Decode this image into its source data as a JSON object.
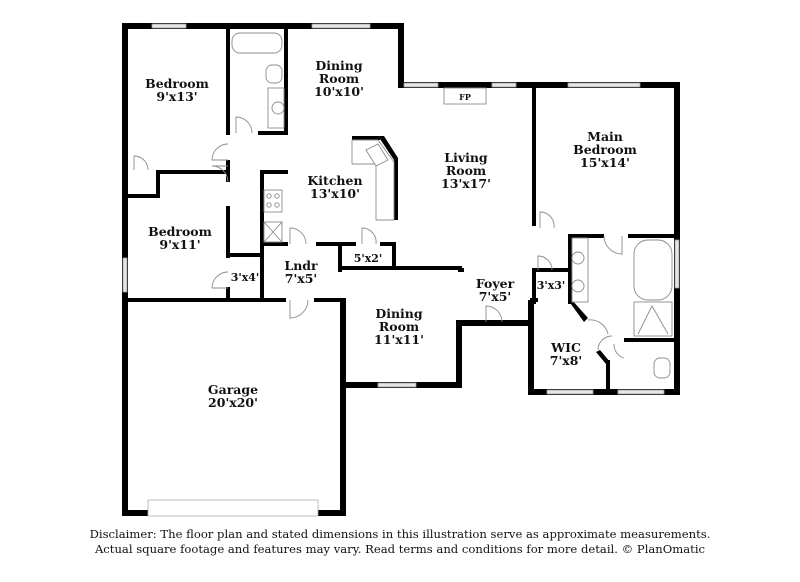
{
  "floor_plan": {
    "rooms": [
      {
        "id": "bedroom-1",
        "name": "Bedroom",
        "dims": "9'x13'"
      },
      {
        "id": "dining-room-1",
        "name_line1": "Dining",
        "name_line2": "Room",
        "dims": "10'x10'"
      },
      {
        "id": "fireplace",
        "name": "FP"
      },
      {
        "id": "living-room",
        "name_line1": "Living",
        "name_line2": "Room",
        "dims": "13'x17'"
      },
      {
        "id": "main-bedroom",
        "name_line1": "Main",
        "name_line2": "Bedroom",
        "dims": "15'x14'"
      },
      {
        "id": "kitchen",
        "name": "Kitchen",
        "dims": "13'x10'"
      },
      {
        "id": "bedroom-2",
        "name": "Bedroom",
        "dims": "9'x11'"
      },
      {
        "id": "closet-3x4",
        "dims": "3'x4'"
      },
      {
        "id": "laundry",
        "name": "Lndr",
        "dims": "7'x5'"
      },
      {
        "id": "pantry-5x2",
        "dims": "5'x2'"
      },
      {
        "id": "foyer",
        "name": "Foyer",
        "dims": "7'x5'"
      },
      {
        "id": "closet-3x3",
        "dims": "3'x3'"
      },
      {
        "id": "dining-room-2",
        "name_line1": "Dining",
        "name_line2": "Room",
        "dims": "11'x11'"
      },
      {
        "id": "wic",
        "name": "WIC",
        "dims": "7'x8'"
      },
      {
        "id": "garage",
        "name": "Garage",
        "dims": "20'x20'"
      }
    ]
  },
  "disclaimer": {
    "line1": "Disclaimer: The floor plan and stated dimensions in this illustration serve as approximate measurements.",
    "line2": "Actual square footage and features may vary. Read terms and conditions for more detail. © PlanOmatic"
  }
}
